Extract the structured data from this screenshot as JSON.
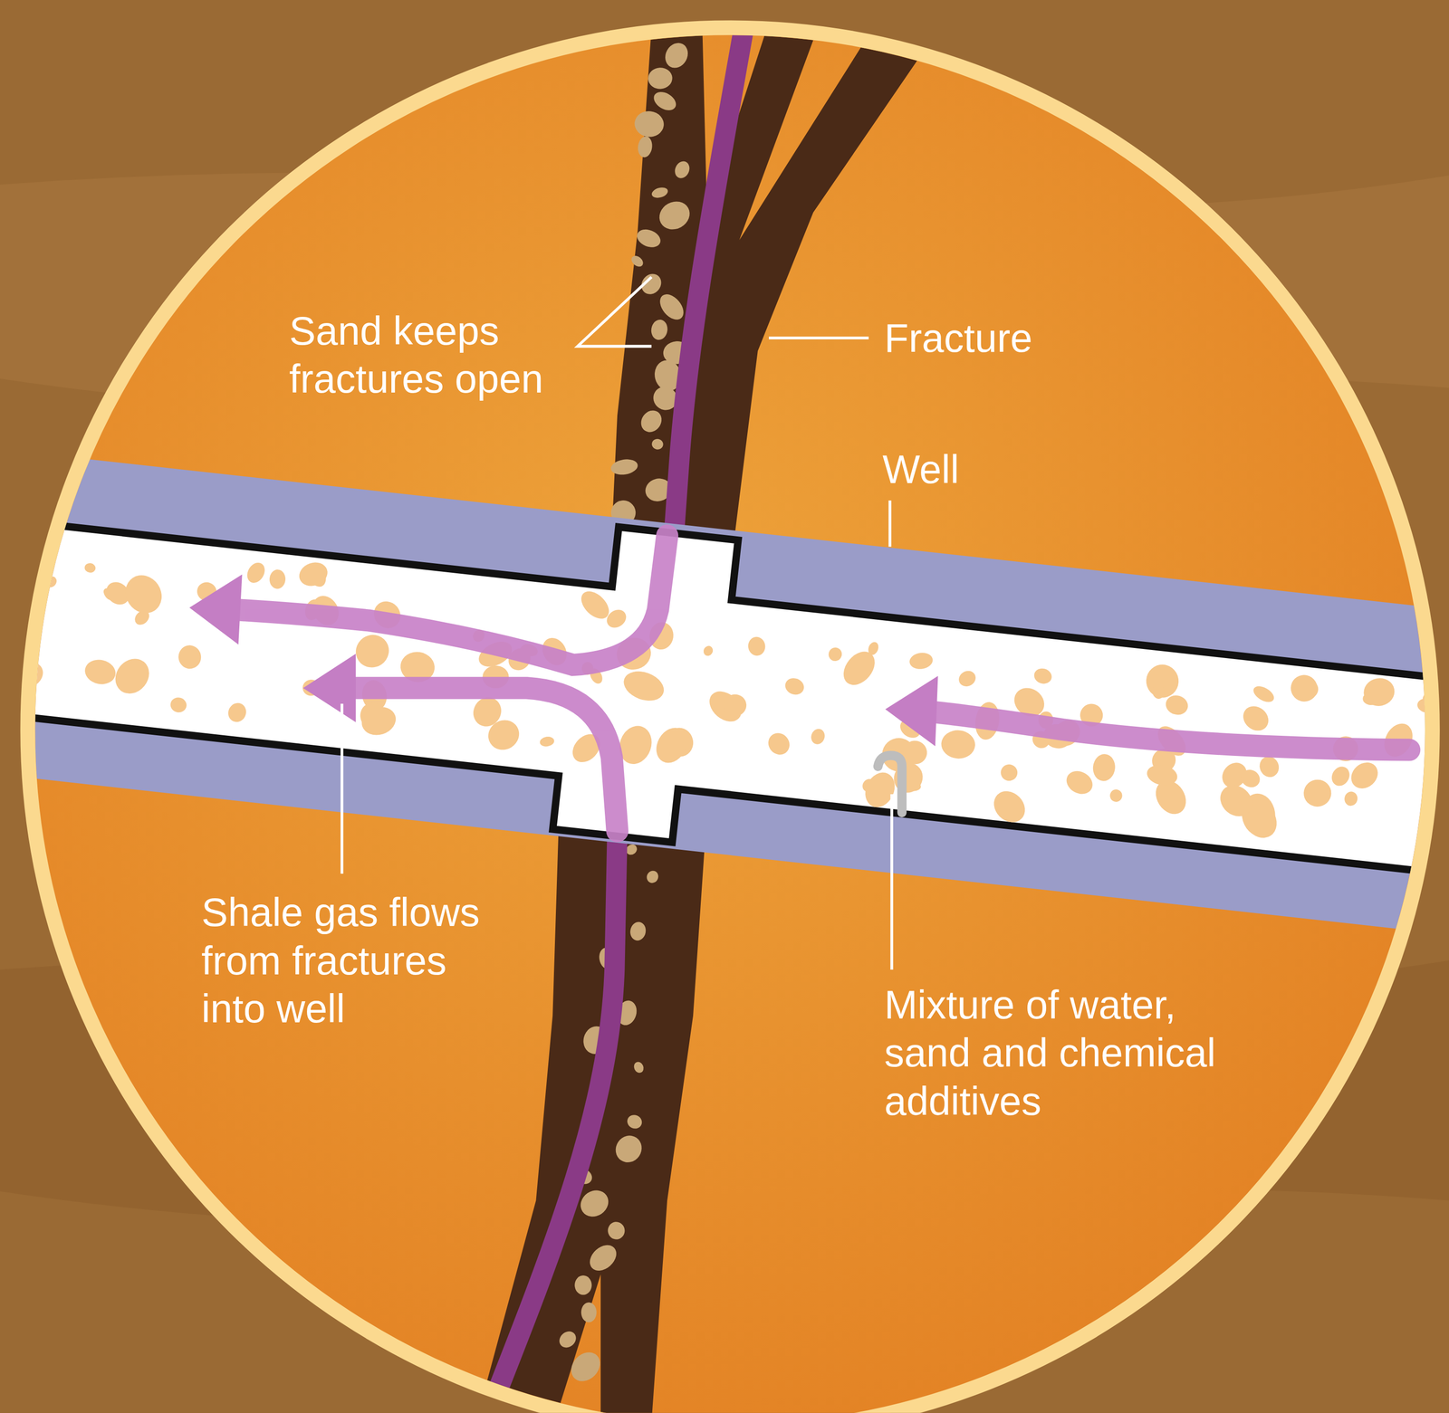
{
  "diagram": {
    "labels": [
      "Sand keeps fractures open",
      "Fracture",
      "Well",
      "Shale gas flows from fractures into well",
      "Mixture of water, sand and chemical additives"
    ]
  }
}
